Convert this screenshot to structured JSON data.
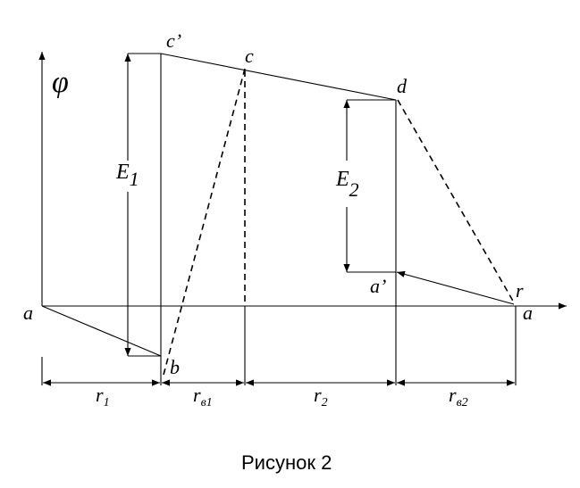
{
  "axis_label": "φ",
  "points": {
    "a_left": "a",
    "a_right": "a",
    "b": "b",
    "c": "c",
    "c_prime": "c’",
    "d": "d",
    "a_prime": "a’",
    "r": "r"
  },
  "emf": {
    "e1": {
      "letter": "E",
      "sub": "1"
    },
    "e2": {
      "letter": "E",
      "sub": "2"
    }
  },
  "segments": [
    {
      "letter": "r",
      "sub": "1"
    },
    {
      "letter": "r",
      "sub": "в1"
    },
    {
      "letter": "r",
      "sub": "2"
    },
    {
      "letter": "r",
      "sub": "в2"
    }
  ],
  "caption": "Рисунок 2"
}
